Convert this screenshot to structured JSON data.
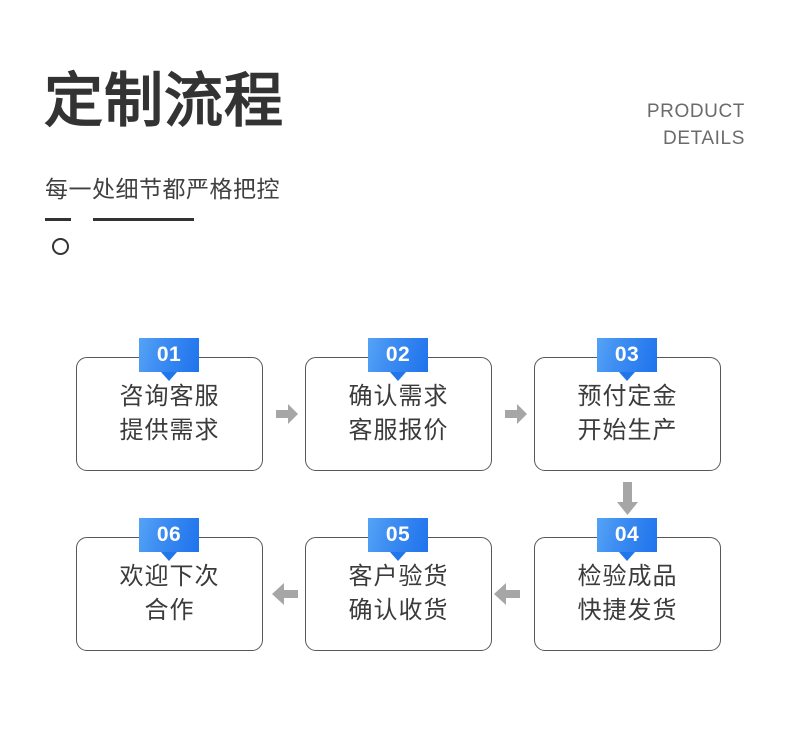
{
  "header": {
    "title": "定制流程",
    "subtitle": "每一处细节都严格把控",
    "eyebrow_line1": "PRODUCT",
    "eyebrow_line2": "DETAILS",
    "colors": {
      "title": "#333333",
      "subtitle": "#404040",
      "eyebrow": "#6b6b6b",
      "rule": "#333333"
    }
  },
  "flow": {
    "colors": {
      "badge_gradient_start": "#55a3f6",
      "badge_gradient_end": "#1f73ec",
      "badge_pointer": "#2176ec",
      "box_border": "#575757",
      "box_text": "#3b3b3b",
      "arrow": "#a6a6a6"
    },
    "steps": [
      {
        "number": "01",
        "line1": "咨询客服",
        "line2": "提供需求"
      },
      {
        "number": "02",
        "line1": "确认需求",
        "line2": "客服报价"
      },
      {
        "number": "03",
        "line1": "预付定金",
        "line2": "开始生产"
      },
      {
        "number": "04",
        "line1": "检验成品",
        "line2": "快捷发货"
      },
      {
        "number": "05",
        "line1": "客户验货",
        "line2": "确认收货"
      },
      {
        "number": "06",
        "line1": "欢迎下次",
        "line2": "合作"
      }
    ],
    "connectors": [
      {
        "name": "arrow-step1-to-step2",
        "direction": "right"
      },
      {
        "name": "arrow-step2-to-step3",
        "direction": "right"
      },
      {
        "name": "arrow-step3-to-step4",
        "direction": "down"
      },
      {
        "name": "arrow-step4-to-step5",
        "direction": "left"
      },
      {
        "name": "arrow-step5-to-step6",
        "direction": "left"
      }
    ]
  }
}
